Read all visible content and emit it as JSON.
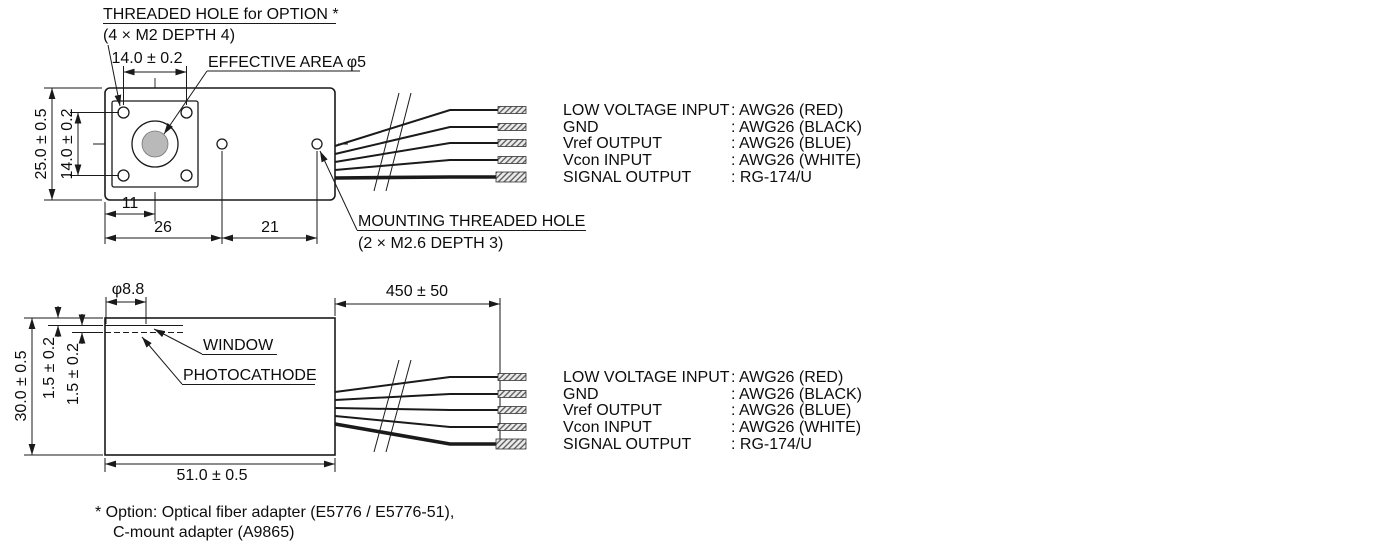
{
  "top_view": {
    "callout_threaded_hole": "THREADED HOLE for OPTION *",
    "callout_threaded_hole_detail": "(4 × M2 DEPTH 4)",
    "dim_hole_spacing_horizontal": "14.0 ± 0.2",
    "callout_effective_area": "EFFECTIVE AREA φ5",
    "dim_body_height": "25.0 ± 0.5",
    "dim_hole_spacing_vertical": "14.0 ± 0.2",
    "dim_offset_11": "11",
    "dim_offset_26": "26",
    "dim_offset_21": "21",
    "callout_mounting_hole": "MOUNTING THREADED HOLE",
    "callout_mounting_hole_detail": "(2 × M2.6 DEPTH 3)"
  },
  "side_view": {
    "dim_window_diameter": "φ8.8",
    "dim_cable_length": "450 ± 50",
    "dim_body_height": "30.0 ± 0.5",
    "dim_window_thickness": "1.5 ± 0.2",
    "dim_photocathode_depth": "1.5 ± 0.2",
    "callout_window": "WINDOW",
    "callout_photocathode": "PHOTOCATHODE",
    "dim_body_width": "51.0 ± 0.5"
  },
  "wire_labels": [
    {
      "name": "LOW VOLTAGE INPUT",
      "spec": ": AWG26 (RED)"
    },
    {
      "name": "GND",
      "spec": ": AWG26 (BLACK)"
    },
    {
      "name": "Vref OUTPUT",
      "spec": ": AWG26 (BLUE)"
    },
    {
      "name": "Vcon INPUT",
      "spec": ": AWG26 (WHITE)"
    },
    {
      "name": "SIGNAL OUTPUT",
      "spec": ": RG-174/U"
    }
  ],
  "footnote": {
    "line1": "* Option: Optical fiber adapter (E5776 / E5776-51),",
    "line2": "C-mount adapter (A9865)"
  },
  "colors": {
    "line": "#1a1a1a",
    "effective_area_fill": "#b9b9b9",
    "background": "#ffffff"
  }
}
